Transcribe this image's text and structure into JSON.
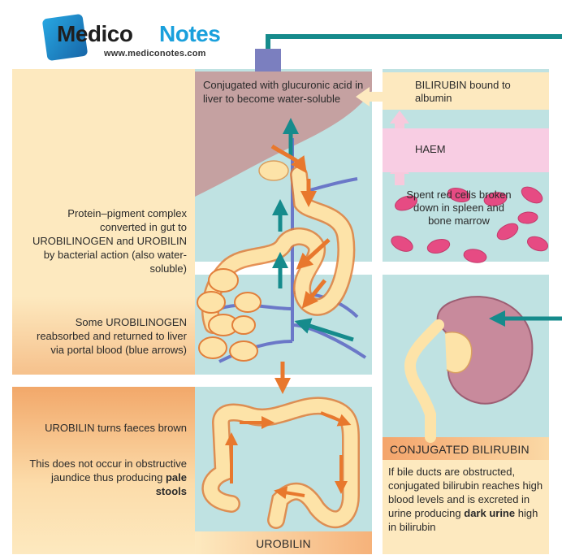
{
  "logo": {
    "brand_a": "Medico",
    "brand_b": "Notes",
    "url": "www.mediconotes.com"
  },
  "liver_label": "Conjugated with glucuronic acid in liver to become water-soluble",
  "gut_label": "Protein–pigment complex converted in gut to UROBILINOGEN and UROBILIN by bacterial action (also water-soluble)",
  "portal_label": "Some UROBILINOGEN reabsorbed and returned to liver via portal blood (blue arrows)",
  "stool_label_1": "UROBILIN turns faeces brown",
  "stool_label_2": "This does not occur in obstructive jaundice thus producing",
  "stool_label_2_bold": "pale stools",
  "urobilin_caption": "UROBILIN",
  "bilirubin_box": "BILIRUBIN bound to albumin",
  "haem_box": "HAEM",
  "spent_cells_label": "Spent red cells broken down in spleen and bone marrow",
  "conjugated_heading": "CONJUGATED BILIRUBIN",
  "conjugated_text": "If bile ducts are obstructed, conjugated bilirubin reaches high blood levels and is excreted in urine producing",
  "conjugated_bold": "dark urine",
  "conjugated_tail": "high in bilirubin",
  "colors": {
    "cream": "#fde9bf",
    "orange_grad_end": "#f2a86a",
    "teal_bg": "#bfe2e2",
    "teal_arrow": "#168b8c",
    "orange_arrow": "#e8782d",
    "pink_box": "#f8cde3",
    "pink_arrow": "#f7c9dc",
    "red_cell": "#e64b83",
    "liver": "#c59a9a",
    "kidney": "#c88a9c",
    "gut_fill": "#fde3a8",
    "gut_outline": "#e27f3a",
    "vein_blue": "#6b78c8"
  }
}
